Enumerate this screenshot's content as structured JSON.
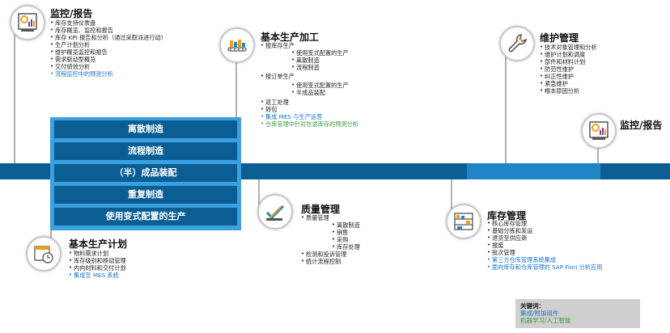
{
  "left_monitor": {
    "title": "监控/报告",
    "items": [
      "库存支持仪表盘",
      "库存概览、监控和报告",
      "库存 KPI 报告和分析（通过采取派进行动）",
      "生产计划分析",
      "维护概览监控和报告",
      "需求驱动型概览",
      "交付绩效分析"
    ],
    "item_blue": "流程监控中的预测分析"
  },
  "basic_production": {
    "title": "基本生产加工",
    "make_to_stock": "按库存生产",
    "mts_subs": [
      "使用变式配置的生产",
      "离散制造",
      "流程制造"
    ],
    "make_to_order": "按订单生产",
    "mto_subs": [
      "使用变式配置的生产",
      "半成品装配"
    ],
    "items": [
      "返工处理",
      "转包"
    ],
    "item_blue": "集成 MES 与生产运营",
    "item_green": "仓库管理中针对在途库存的预测分析"
  },
  "maintenance": {
    "title": "维护管理",
    "items": [
      "技术对象管理和分析",
      "维护计划和调度",
      "部件和材料计划",
      "防范性维护",
      "纠正性维护",
      "紧急维护",
      "根本原因分析"
    ]
  },
  "right_monitor": {
    "title": "监控/报告"
  },
  "stack": {
    "bars": [
      "离散制造",
      "流程制造",
      "（半）成品装配",
      "重复制造",
      "使用变式配置的生产"
    ]
  },
  "quality": {
    "title": "质量管理",
    "group": "质量管理",
    "subs": [
      "离散制造",
      "销售",
      "采购",
      "库存处理"
    ],
    "items": [
      "检测和投诉管理",
      "统计流程控制"
    ]
  },
  "inventory": {
    "title": "库存管理",
    "items": [
      "核心库存管理",
      "基础分拣和发运",
      "退货至供应商",
      "报废",
      "批次管理"
    ],
    "items_blue": [
      "第三方仓库管理系统集成",
      "面向库存和仓库管理的 SAP Fiori 分析应用"
    ]
  },
  "planning": {
    "title": "基本生产计划",
    "items": [
      "物料需求计划",
      "库存级别和移动管理",
      "内向材料和交付计划"
    ],
    "item_blue": "集成至 MES 系统"
  },
  "legend": {
    "title": "关键词：",
    "blue": "集成/附加组件",
    "green": "机器学习/人工智能"
  },
  "colors": {
    "band_dark": "#0a5e94",
    "band_light": "#1e86c6",
    "stack_border": "#3aa0e0",
    "blue_text": "#1a73c9",
    "green_text": "#3a9a3a"
  }
}
